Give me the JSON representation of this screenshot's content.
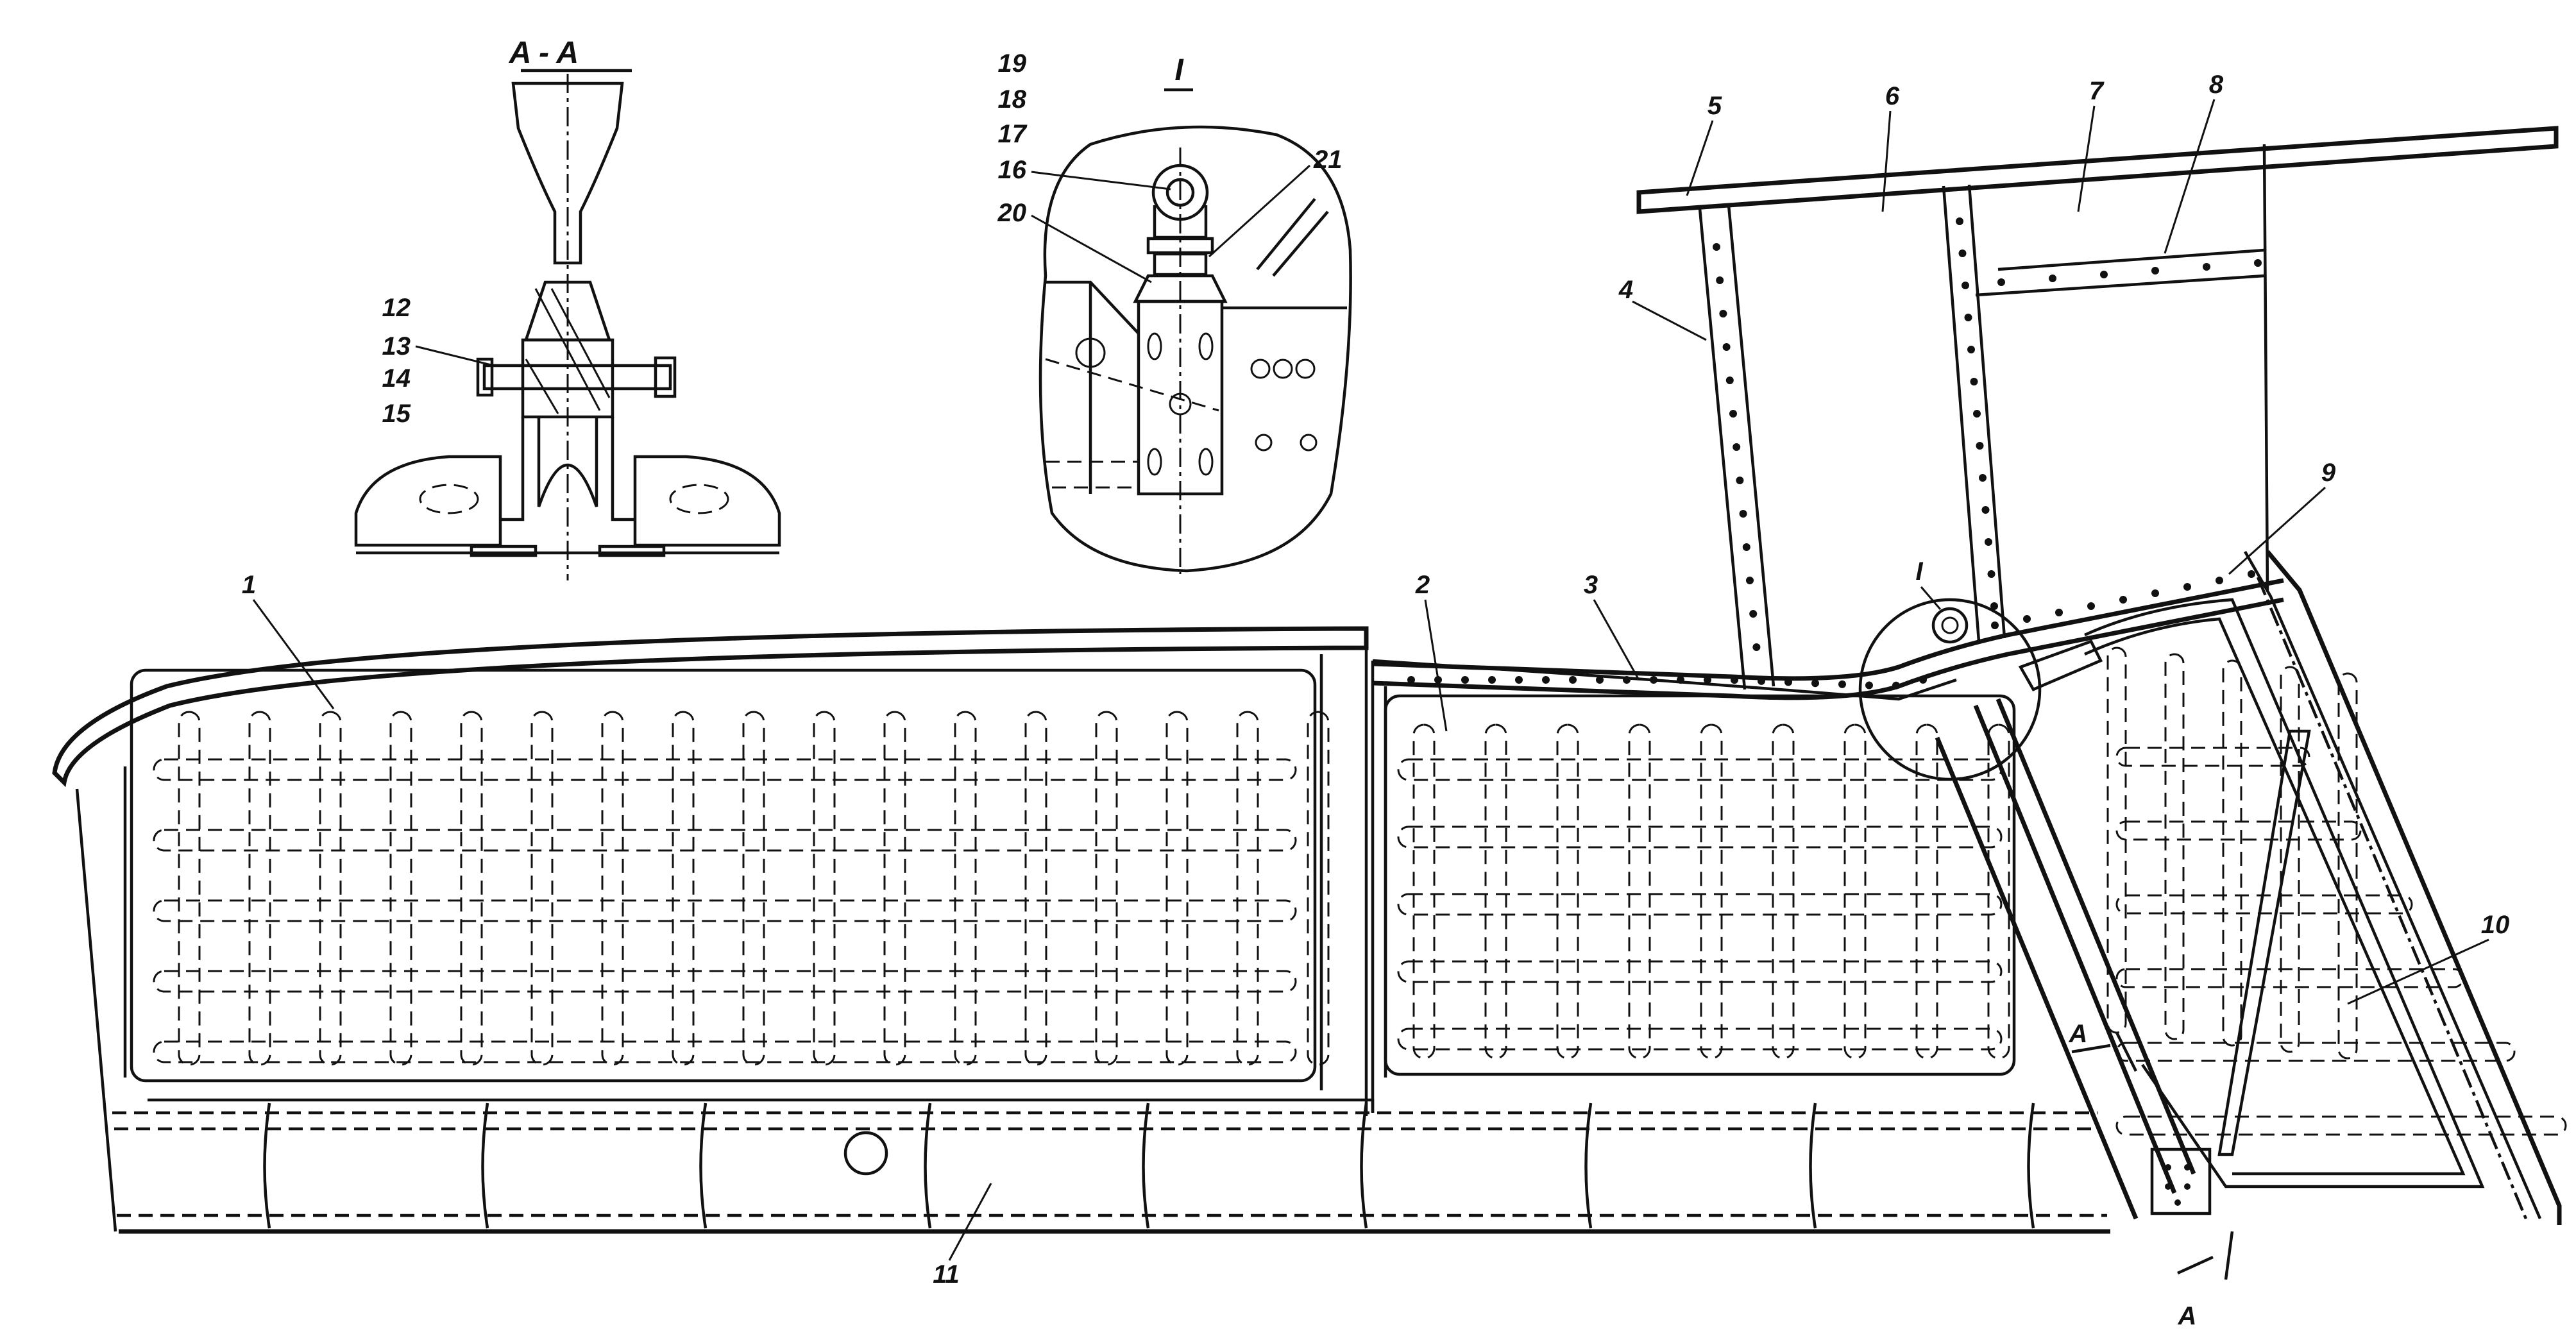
{
  "colors": {
    "ink": "#111111",
    "paper": "#ffffff"
  },
  "views": {
    "section": {
      "title": "A - A",
      "numbers": [
        "12",
        "13",
        "14",
        "15"
      ]
    },
    "detail": {
      "title": "I",
      "numbers": [
        "19",
        "18",
        "17",
        "16",
        "20",
        "21"
      ]
    }
  },
  "callouts": [
    "1",
    "2",
    "3",
    "4",
    "5",
    "6",
    "7",
    "8",
    "9",
    "10",
    "11"
  ],
  "detail_mark": "I",
  "section_marks": {
    "upper": "A",
    "lower": "A"
  }
}
